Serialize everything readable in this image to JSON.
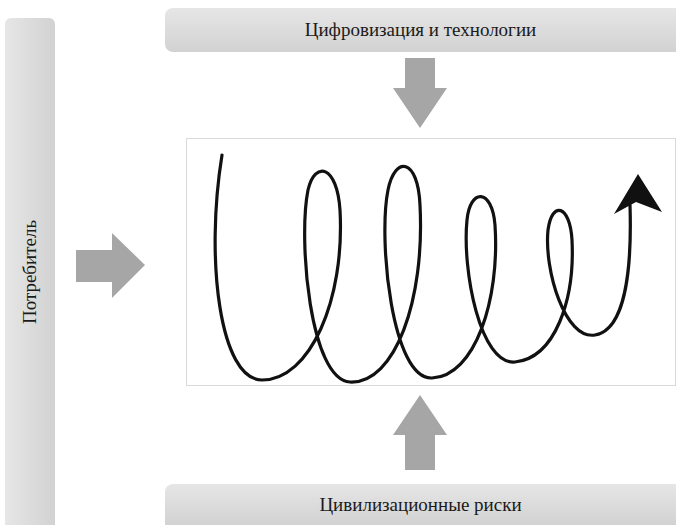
{
  "diagram": {
    "nodes": [
      {
        "text": [
          "Цифровизация и технологии"
        ]
      },
      {
        "text": [
          "Потребитель"
        ]
      },
      {
        "text": [
          "Цивилизационные риски"
        ]
      }
    ]
  }
}
